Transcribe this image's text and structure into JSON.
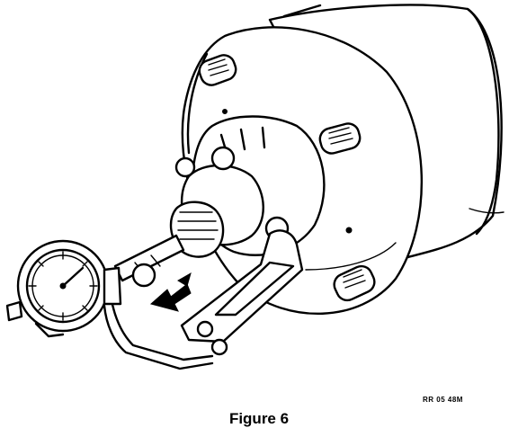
{
  "figure": {
    "caption": "Figure 6",
    "reference_code": "RR 05 48M"
  },
  "colors": {
    "ink": "#000000",
    "paper": "#ffffff"
  },
  "parts": [
    "brake-drum",
    "hub-flange",
    "wheel-stud",
    "hub-bearing",
    "dial-indicator",
    "magnetic-base-bracket",
    "movement-arrows"
  ]
}
